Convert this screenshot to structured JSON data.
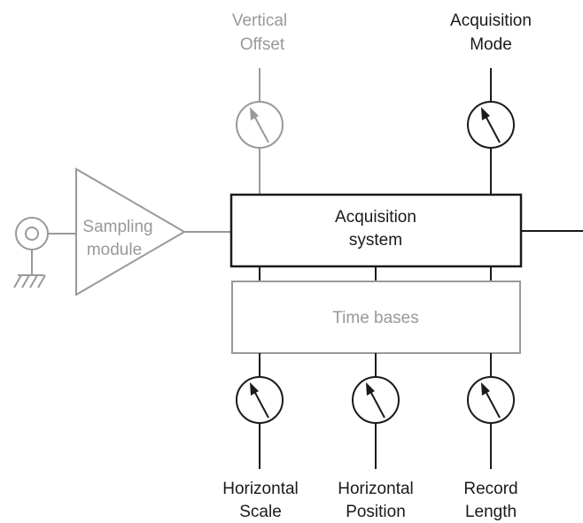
{
  "colors": {
    "dark": "#1a1a1a",
    "gray": "#999999"
  },
  "vertical_offset": {
    "line1": "Vertical",
    "line2": "Offset"
  },
  "acquisition_mode": {
    "line1": "Acquisition",
    "line2": "Mode"
  },
  "sampling_module": {
    "line1": "Sampling",
    "line2": "module"
  },
  "acquisition_system": {
    "line1": "Acquisition",
    "line2": "system"
  },
  "time_bases": {
    "label": "Time bases"
  },
  "horizontal_scale": {
    "line1": "Horizontal",
    "line2": "Scale"
  },
  "horizontal_position": {
    "line1": "Horizontal",
    "line2": "Position"
  },
  "record_length": {
    "line1": "Record",
    "line2": "Length"
  }
}
